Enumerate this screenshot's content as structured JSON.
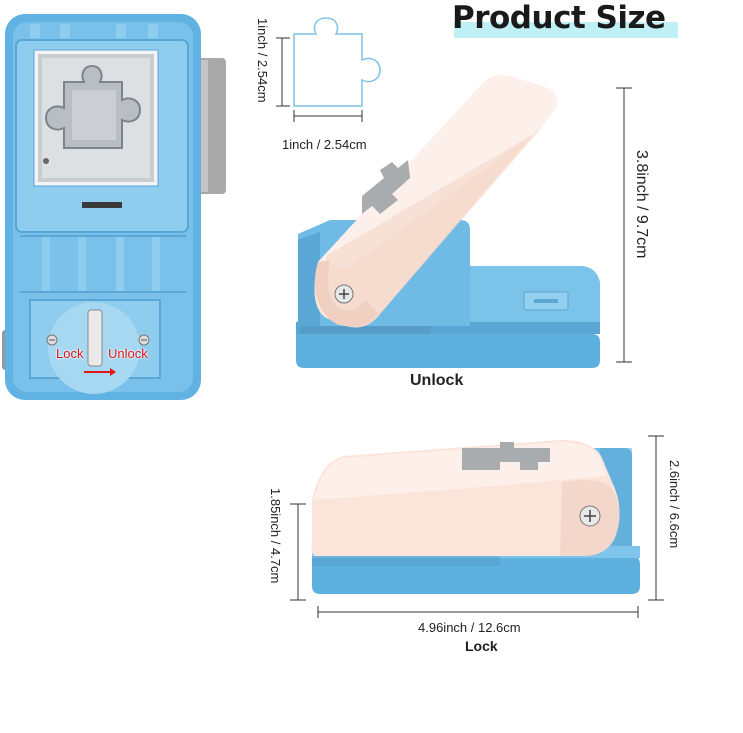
{
  "title": "Product Size",
  "piece_dims": {
    "height": "1inch / 2.54cm",
    "width": "1inch / 2.54cm"
  },
  "unlock_view": {
    "height": "3.8inch / 9.7cm",
    "caption": "Unlock"
  },
  "lock_view": {
    "left_height": "1.85inch / 4.7cm",
    "right_height": "2.6inch / 6.6cm",
    "length": "4.96inch / 12.6cm",
    "caption": "Lock"
  },
  "bottom_view": {
    "lock_label": "Lock",
    "unlock_label": "Unlock"
  },
  "colors": {
    "blue": "#69b9e6",
    "blue_dark": "#4a9fd1",
    "peach": "#fbe5db",
    "peach_shade": "#f1d2c4",
    "gray_tab": "#a8a8a8",
    "red_label": "#e01818",
    "title_highlight": "#bff0f5"
  }
}
